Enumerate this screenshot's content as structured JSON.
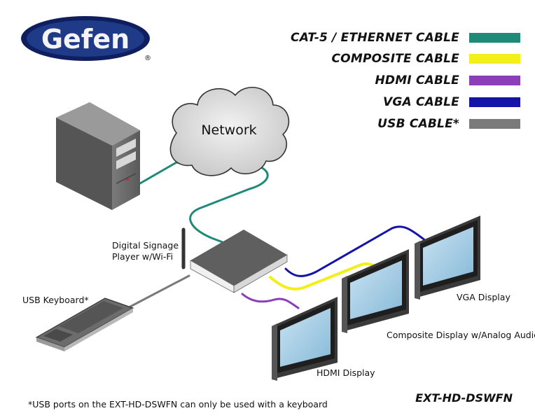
{
  "brand": {
    "logo_text": "Gefen",
    "registered_mark": "®"
  },
  "legend": [
    {
      "label": "CAT-5 / ETHERNET CABLE",
      "color": "#1f8a78"
    },
    {
      "label": "COMPOSITE CABLE",
      "color": "#f2ef1a"
    },
    {
      "label": "HDMI CABLE",
      "color": "#8a3fb8"
    },
    {
      "label": "VGA CABLE",
      "color": "#1414a8"
    },
    {
      "label": "USB CABLE*",
      "color": "#7a7a7a"
    }
  ],
  "network": {
    "label": "Network"
  },
  "labels": {
    "player": "Digital Signage\nPlayer w/Wi-Fi",
    "keyboard": "USB Keyboard*",
    "hdmi_display": "HDMI Display",
    "composite_display": "Composite Display w/Analog Audio",
    "vga_display": "VGA Display"
  },
  "model": "EXT-HD-DSWFN",
  "footnote": "*USB ports on the EXT-HD-DSWFN can only be used with a keyboard"
}
